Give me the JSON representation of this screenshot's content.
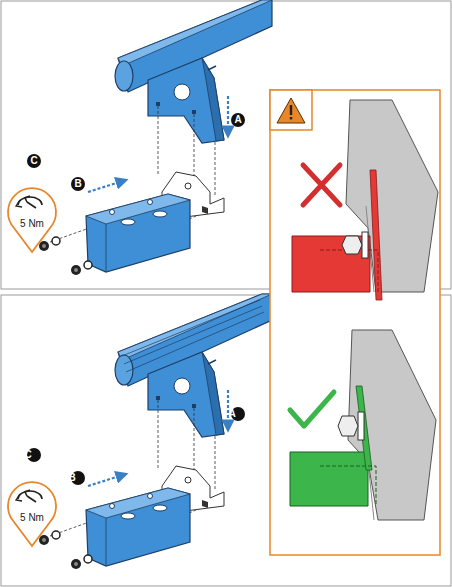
{
  "diagram": {
    "labels": [
      "A",
      "C",
      "B",
      "5 Nm",
      "A",
      "C",
      "B",
      "5 Nm"
    ]
  }
}
